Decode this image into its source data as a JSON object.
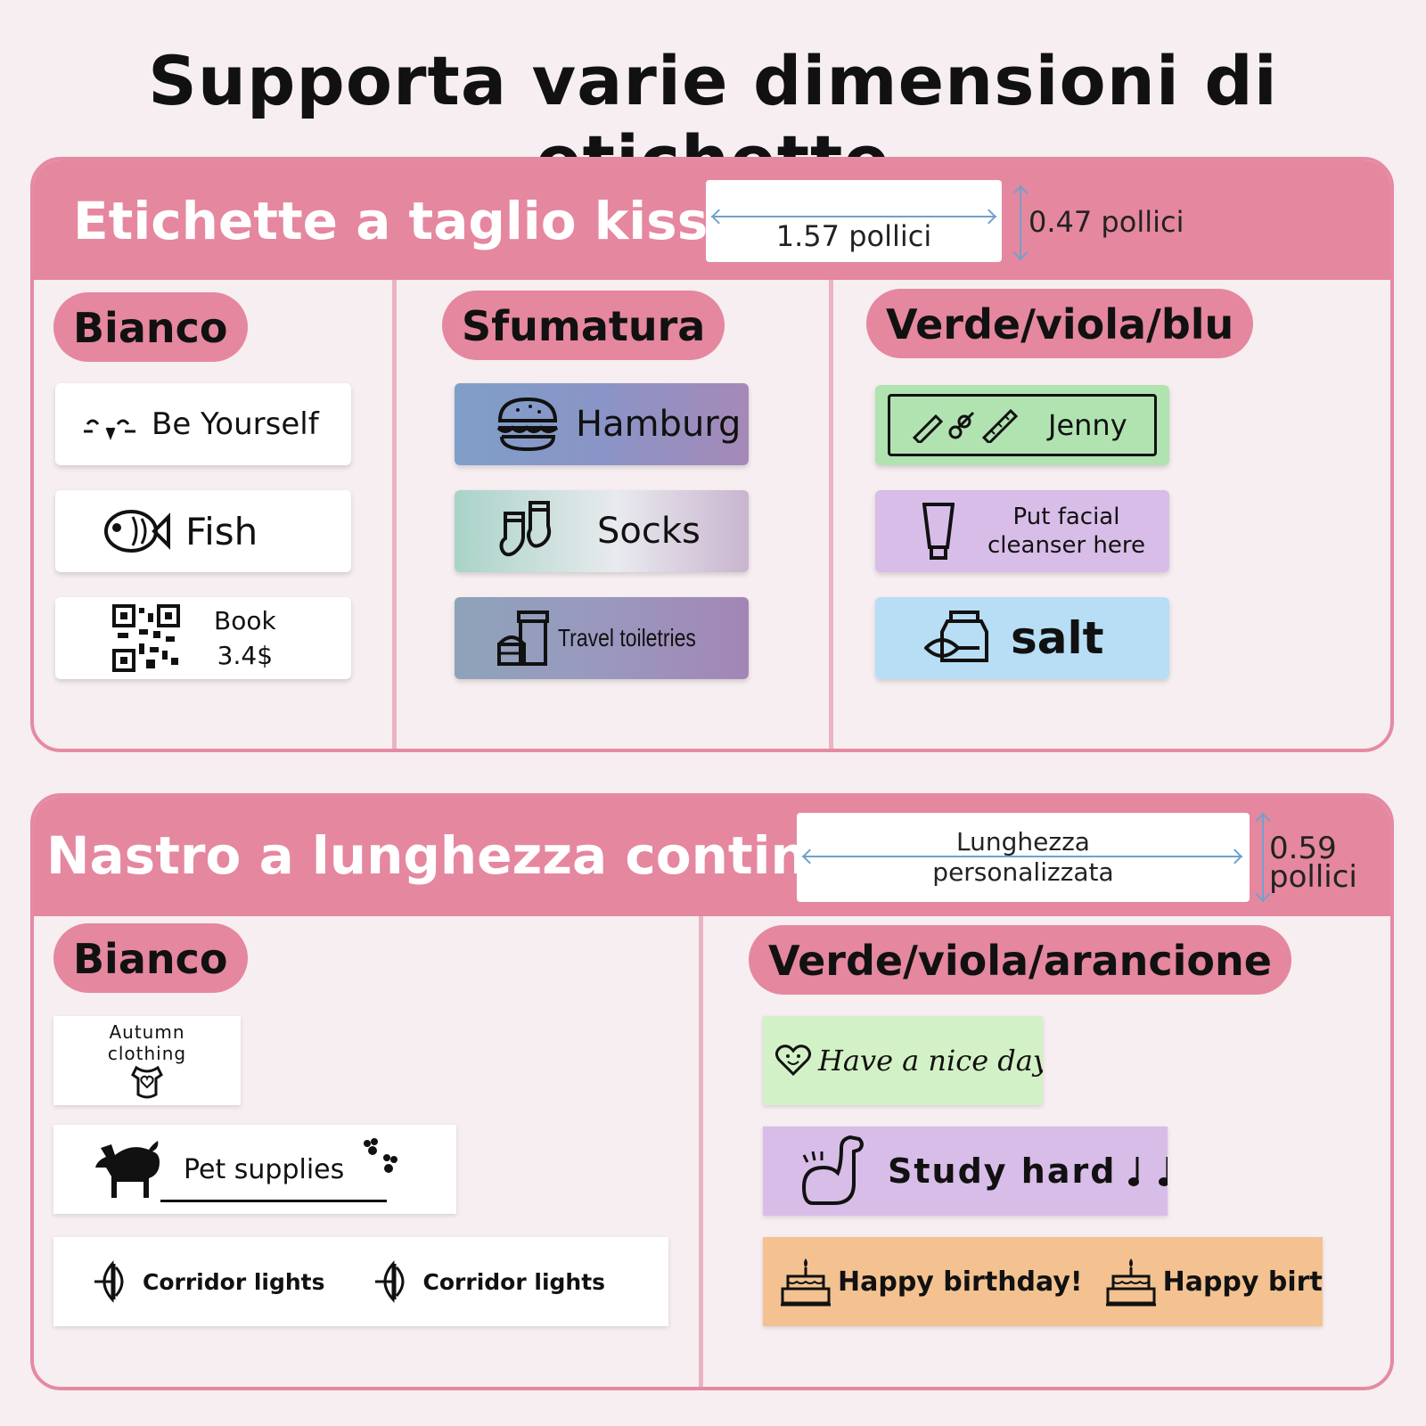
{
  "title": "Supporta varie dimensioni di etichette",
  "kiss": {
    "title": "Etichette a taglio kiss",
    "width_label": "1.57 pollici",
    "height_label": "0.47 pollici",
    "columns": {
      "bianco": "Bianco",
      "sfumatura": "Sfumatura",
      "verde": "Verde/viola/blu"
    },
    "labels": {
      "be_yourself": "Be Yourself",
      "fish": "Fish",
      "book_title": "Book",
      "book_price": "3.4$",
      "hamburg": "Hamburg",
      "socks": "Socks",
      "travel": "Travel toiletries",
      "jenny": "Jenny",
      "facial_line1": "Put facial",
      "facial_line2": "cleanser here",
      "salt": "salt"
    }
  },
  "cont": {
    "title": "Nastro a lunghezza continua",
    "length_line1": "Lunghezza",
    "length_line2": "personalizzata",
    "height_line1": "0.59",
    "height_line2": "pollici",
    "columns": {
      "bianco": "Bianco",
      "verde": "Verde/viola/arancione"
    },
    "labels": {
      "autumn_line1": "Autumn",
      "autumn_line2": "clothing",
      "pet": "Pet supplies",
      "corridor1": "Corridor lights",
      "corridor2": "Corridor lights",
      "nice_day": "Have a nice day!",
      "study": "Study hard",
      "birthday1": "Happy birthday!",
      "birthday2": "Happy birth"
    }
  },
  "colors": {
    "header_pink": "#e5879f",
    "green_label": "#b0e3b0",
    "purple_label": "#d8bde8",
    "blue_label": "#b7def4",
    "orange_label": "#f3c290",
    "light_green_label": "#d3f1c6"
  }
}
